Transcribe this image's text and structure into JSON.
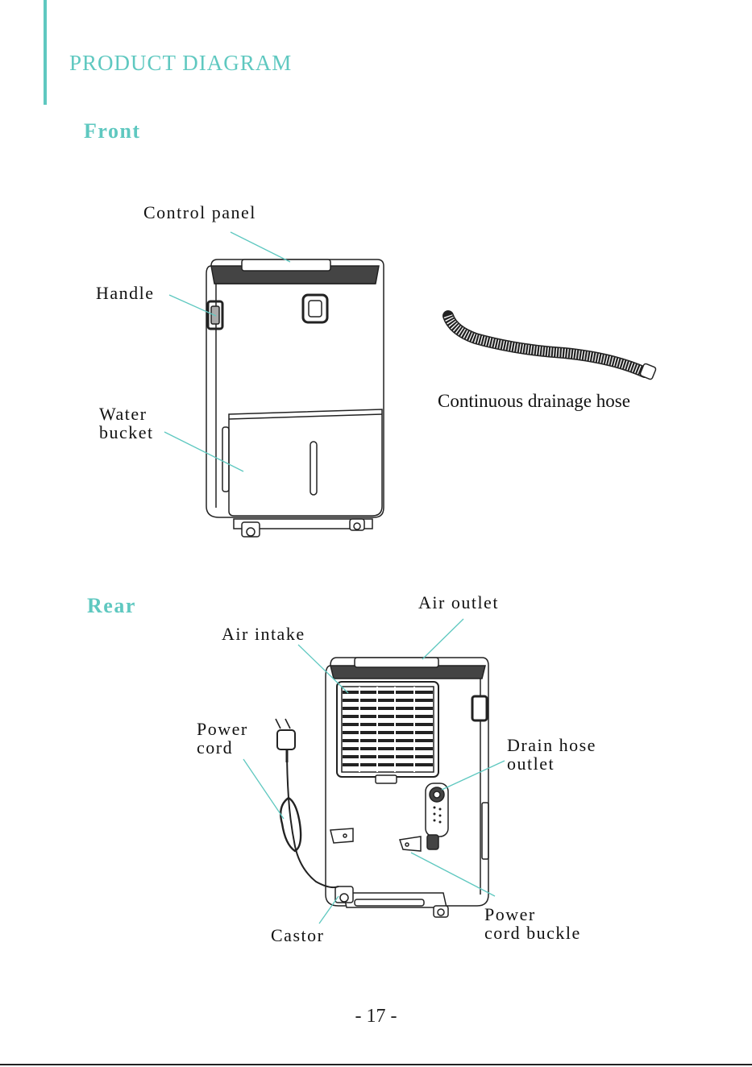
{
  "header": {
    "title": "PRODUCT DIAGRAM"
  },
  "front": {
    "heading": "Front",
    "labels": {
      "control_panel": "Control panel",
      "handle": "Handle",
      "water_bucket": "Water\nbucket",
      "drainage_hose": "Continuous drainage hose"
    }
  },
  "rear": {
    "heading": "Rear",
    "labels": {
      "air_outlet": "Air outlet",
      "air_intake": "Air intake",
      "power_cord": "Power\ncord",
      "drain_hose_outlet": "Drain hose\noutlet",
      "castor": "Castor",
      "power_cord_buckle": "Power\ncord buckle"
    }
  },
  "footer": {
    "page_number": "- 17 -"
  },
  "colors": {
    "accent": "#5fc8c0",
    "leader_line": "#5fc8c0",
    "outline": "#222222"
  }
}
